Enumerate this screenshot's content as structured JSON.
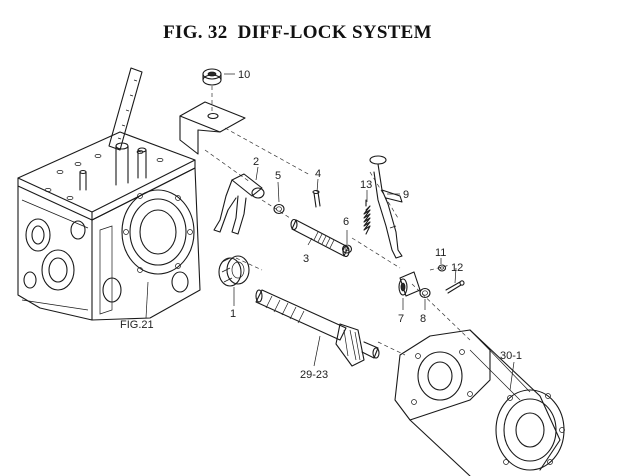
{
  "title": "FIG. 32  DIFF-LOCK SYSTEM",
  "callouts": {
    "p10": "10",
    "p2": "2",
    "p5": "5",
    "p4": "4",
    "p13": "13",
    "p9": "9",
    "p6": "6",
    "p3": "3",
    "p11": "11",
    "p12": "12",
    "p7": "7",
    "p8": "8",
    "p1": "1",
    "fig21": "FIG.21",
    "p29_23": "29-23",
    "p30_1": "30-1"
  }
}
